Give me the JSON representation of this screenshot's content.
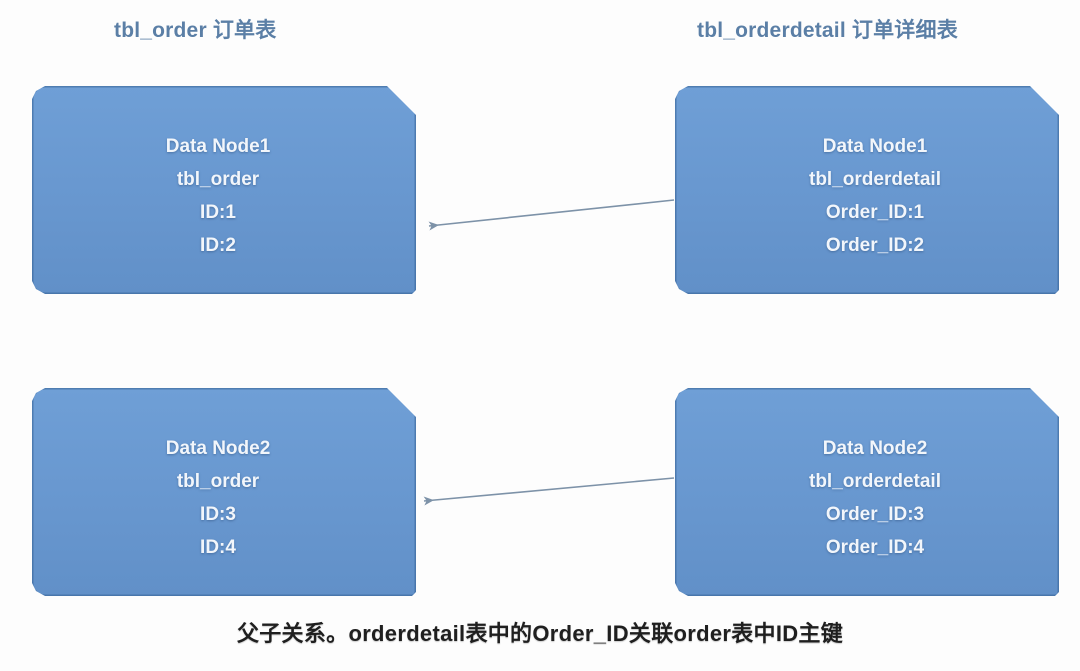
{
  "diagram": {
    "columns": {
      "left_title": "tbl_order 订单表",
      "right_title": "tbl_orderdetail 订单详细表"
    },
    "nodes": [
      {
        "id": "node1-order",
        "line1": "Data Node1",
        "line2": "tbl_order",
        "line3": "ID:1",
        "line4": "ID:2"
      },
      {
        "id": "node1-orderdetail",
        "line1": "Data Node1",
        "line2": "tbl_orderdetail",
        "line3": "Order_ID:1",
        "line4": "Order_ID:2"
      },
      {
        "id": "node2-order",
        "line1": "Data Node2",
        "line2": "tbl_order",
        "line3": "ID:3",
        "line4": "ID:4"
      },
      {
        "id": "node2-orderdetail",
        "line1": "Data Node2",
        "line2": "tbl_orderdetail",
        "line3": "Order_ID:3",
        "line4": "Order_ID:4"
      }
    ],
    "arrows": [
      {
        "id": "arrow-node1",
        "direction": "right-to-left"
      },
      {
        "id": "arrow-node2",
        "direction": "right-to-left"
      }
    ],
    "caption": "父子关系。orderdetail表中的Order_ID关联order表中ID主键",
    "colors": {
      "box_fill": "#6897cf",
      "box_border": "#3a6394",
      "box_text": "#f2f6fb",
      "title_text": "#5b7fa6",
      "arrow": "#7d92a8",
      "caption_text": "#1f1f1f",
      "background": "#fdfdfd"
    }
  }
}
